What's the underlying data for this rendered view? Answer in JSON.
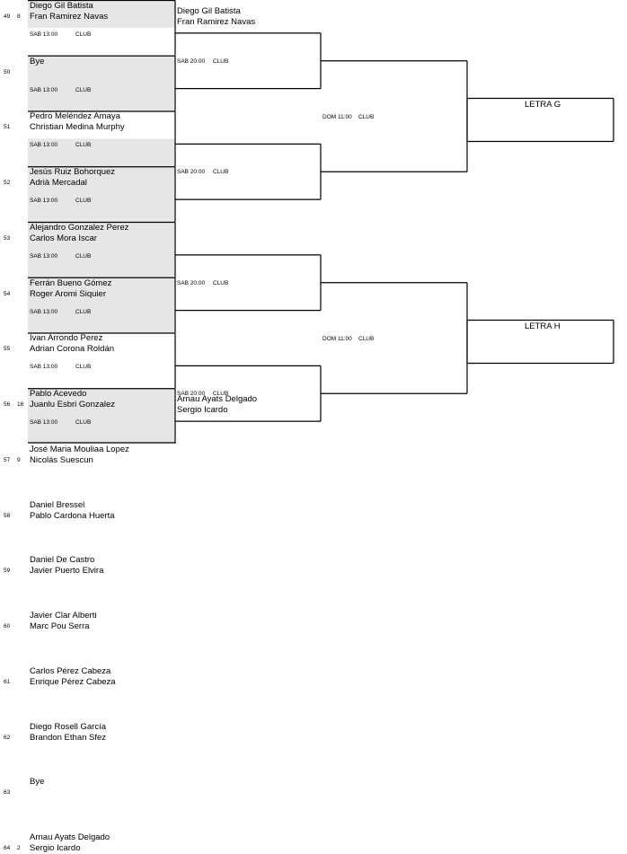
{
  "colors": {
    "shade": "#e6e6e6",
    "line": "#000000"
  },
  "players": [
    {
      "pos": "49",
      "seed": "8",
      "p1": "Diego Gil Batista",
      "p2": "Fran Ramirez Navas"
    },
    {
      "pos": "50",
      "seed": "",
      "p1": "Bye",
      "p2": ""
    },
    {
      "pos": "51",
      "seed": "",
      "p1": "Pedro Meléndez Amaya",
      "p2": "Christian Medina Murphy"
    },
    {
      "pos": "52",
      "seed": "",
      "p1": "Jesús Ruiz Bohorquez",
      "p2": "Adrià Mercadal"
    },
    {
      "pos": "53",
      "seed": "",
      "p1": "Alejandro  Gonzalez Perez",
      "p2": "Carlos Mora Iscar"
    },
    {
      "pos": "54",
      "seed": "",
      "p1": "Ferrán Bueno Gómez",
      "p2": "Roger Aromi Siquier"
    },
    {
      "pos": "55",
      "seed": "",
      "p1": "Ivan Arrondo Perez",
      "p2": "Adrian Corona Roldán"
    },
    {
      "pos": "56",
      "seed": "16",
      "p1": "Pablo Acevedo",
      "p2": "Juanlu Esbri Gonzalez"
    },
    {
      "pos": "57",
      "seed": "9",
      "p1": "José Maria Mouliaa Lopez",
      "p2": "Nicolás Suescun"
    },
    {
      "pos": "58",
      "seed": "",
      "p1": "Daniel Bressel",
      "p2": "Pablo Cardona Huerta"
    },
    {
      "pos": "59",
      "seed": "",
      "p1": "Daniel De Castro",
      "p2": "Javier Puerto Elvira"
    },
    {
      "pos": "60",
      "seed": "",
      "p1": "Javier Clar Alberti",
      "p2": "Marc Pou Serra"
    },
    {
      "pos": "61",
      "seed": "",
      "p1": "Carlos Pérez Cabeza",
      "p2": "Enrique Pérez Cabeza"
    },
    {
      "pos": "62",
      "seed": "",
      "p1": "Diego Rosell García",
      "p2": "Brandon  Ethan Sfez"
    },
    {
      "pos": "63",
      "seed": "",
      "p1": "Bye",
      "p2": ""
    },
    {
      "pos": "64",
      "seed": "2",
      "p1": "Arnau Ayats Delgado",
      "p2": "Sergio Icardo"
    }
  ],
  "r1_schedule": [
    {
      "day": "SAB 13:00",
      "venue": "CLUB"
    },
    {
      "day": "SAB 13:00",
      "venue": "CLUB"
    },
    {
      "day": "SAB 13:00",
      "venue": "CLUB"
    },
    {
      "day": "SAB 13:00",
      "venue": "CLUB"
    },
    {
      "day": "SAB 13:00",
      "venue": "CLUB"
    },
    {
      "day": "SAB 13:00",
      "venue": "CLUB"
    },
    {
      "day": "SAB 13:00",
      "venue": "CLUB"
    },
    {
      "day": "SAB 13:00",
      "venue": "CLUB"
    }
  ],
  "r2": [
    {
      "p1": "Diego Gil Batista",
      "p2": "Fran Ramirez Navas"
    },
    {
      "p1": "",
      "p2": ""
    },
    {
      "p1": "",
      "p2": ""
    },
    {
      "p1": "",
      "p2": ""
    },
    {
      "p1": "",
      "p2": ""
    },
    {
      "p1": "",
      "p2": ""
    },
    {
      "p1": "",
      "p2": ""
    },
    {
      "p1": "Arnau Ayats Delgado",
      "p2": "Sergio Icardo"
    }
  ],
  "r2_schedule": [
    {
      "day": "SAB 20:00",
      "venue": "CLUB"
    },
    {
      "day": "SAB 20:00",
      "venue": "CLUB"
    },
    {
      "day": "SAB 20:00",
      "venue": "CLUB"
    },
    {
      "day": "SAB 20:00",
      "venue": "CLUB"
    }
  ],
  "r3_schedule": [
    {
      "day": "DOM 11:00",
      "venue": "CLUB"
    },
    {
      "day": "DOM 11:00",
      "venue": "CLUB"
    }
  ],
  "finals": [
    {
      "label": "LETRA G"
    },
    {
      "label": "LETRA H"
    }
  ]
}
